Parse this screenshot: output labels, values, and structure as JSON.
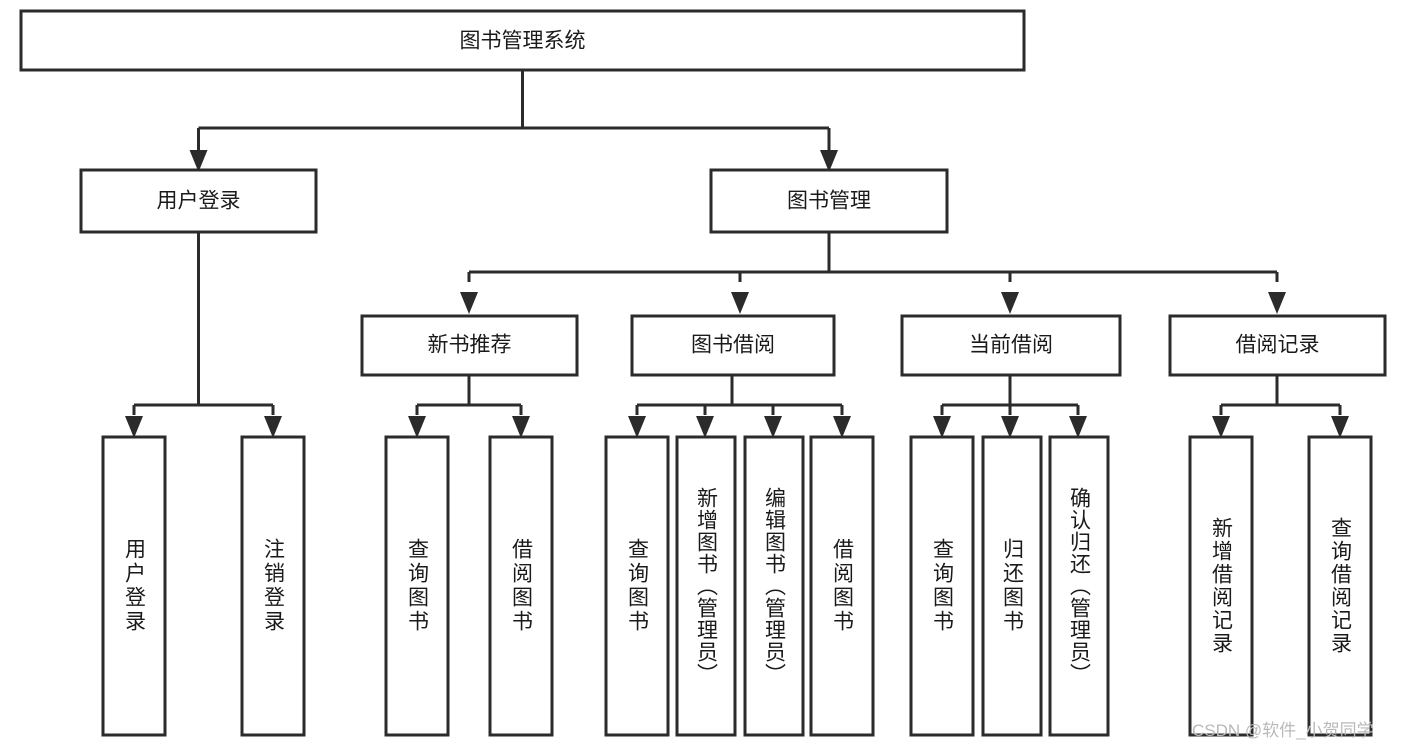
{
  "diagram": {
    "type": "tree",
    "orientation": "top-down",
    "title": "图书管理系统",
    "root": {
      "id": "root",
      "label": "图书管理系统",
      "text_direction": "horizontal"
    },
    "level2": [
      {
        "id": "user-login",
        "label": "用户登录",
        "text_direction": "horizontal"
      },
      {
        "id": "book-management",
        "label": "图书管理",
        "text_direction": "horizontal"
      }
    ],
    "level3": [
      {
        "id": "new-book-recommend",
        "label": "新书推荐",
        "text_direction": "horizontal",
        "parent": "book-management"
      },
      {
        "id": "book-borrow",
        "label": "图书借阅",
        "text_direction": "horizontal",
        "parent": "book-management"
      },
      {
        "id": "current-borrow",
        "label": "当前借阅",
        "text_direction": "horizontal",
        "parent": "book-management"
      },
      {
        "id": "borrow-record",
        "label": "借阅记录",
        "text_direction": "horizontal",
        "parent": "book-management"
      }
    ],
    "leaves": [
      {
        "id": "leaf-user-login",
        "label": "用户登录",
        "parent": "user-login",
        "text_direction": "vertical"
      },
      {
        "id": "leaf-user-logout",
        "label": "注销登录",
        "parent": "user-login",
        "text_direction": "vertical"
      },
      {
        "id": "leaf-query-book-1",
        "label": "查询图书",
        "parent": "new-book-recommend",
        "text_direction": "vertical"
      },
      {
        "id": "leaf-borrow-book-1",
        "label": "借阅图书",
        "parent": "new-book-recommend",
        "text_direction": "vertical"
      },
      {
        "id": "leaf-query-book-2",
        "label": "查询图书",
        "parent": "book-borrow",
        "text_direction": "vertical"
      },
      {
        "id": "leaf-add-book",
        "label": "新增图书（管理员）",
        "parent": "book-borrow",
        "text_direction": "vertical"
      },
      {
        "id": "leaf-edit-book",
        "label": "编辑图书（管理员）",
        "parent": "book-borrow",
        "text_direction": "vertical"
      },
      {
        "id": "leaf-borrow-book-2",
        "label": "借阅图书",
        "parent": "book-borrow",
        "text_direction": "vertical"
      },
      {
        "id": "leaf-query-book-3",
        "label": "查询图书",
        "parent": "current-borrow",
        "text_direction": "vertical"
      },
      {
        "id": "leaf-return-book",
        "label": "归还图书",
        "parent": "current-borrow",
        "text_direction": "vertical"
      },
      {
        "id": "leaf-confirm-return",
        "label": "确认归还（管理员）",
        "parent": "current-borrow",
        "text_direction": "vertical"
      },
      {
        "id": "leaf-add-record",
        "label": "新增借阅记录",
        "parent": "borrow-record",
        "text_direction": "vertical"
      },
      {
        "id": "leaf-query-record",
        "label": "查询借阅记录",
        "parent": "borrow-record",
        "text_direction": "vertical"
      }
    ],
    "colors": {
      "box_fill": "#ffffff",
      "box_stroke": "#2b2b2b",
      "connector": "#2b2b2b",
      "text": "#1a1a1a",
      "background": "#ffffff",
      "watermark": "#b9b9b9"
    }
  },
  "watermark": {
    "text": "CSDN @软件_小贺同学"
  }
}
